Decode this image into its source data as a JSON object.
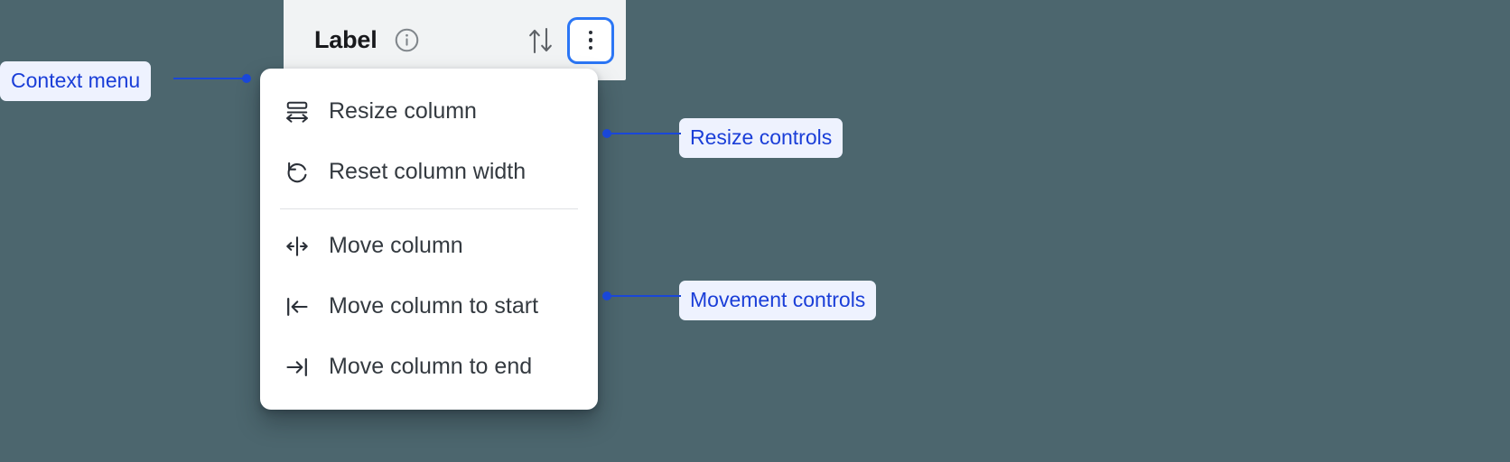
{
  "background_color": "#4c666e",
  "accent_color": "#1a47d8",
  "focus_ring_color": "#2b76f5",
  "column_header": {
    "label": "Label",
    "info_icon": "info-circle-icon",
    "sort_icon": "sort-up-down-icon",
    "menu_button_icon": "kebab-menu-icon"
  },
  "context_menu": {
    "groups": [
      {
        "name": "resize",
        "items": [
          {
            "icon": "resize-column-icon",
            "label": "Resize column"
          },
          {
            "icon": "reset-width-icon",
            "label": "Reset column width"
          }
        ]
      },
      {
        "name": "movement",
        "items": [
          {
            "icon": "move-column-icon",
            "label": "Move column"
          },
          {
            "icon": "move-to-start-icon",
            "label": "Move column to start"
          },
          {
            "icon": "move-to-end-icon",
            "label": "Move column to end"
          }
        ]
      }
    ]
  },
  "annotations": [
    {
      "id": "context",
      "label": "Context menu"
    },
    {
      "id": "resize",
      "label": "Resize controls"
    },
    {
      "id": "movement",
      "label": "Movement controls"
    }
  ]
}
